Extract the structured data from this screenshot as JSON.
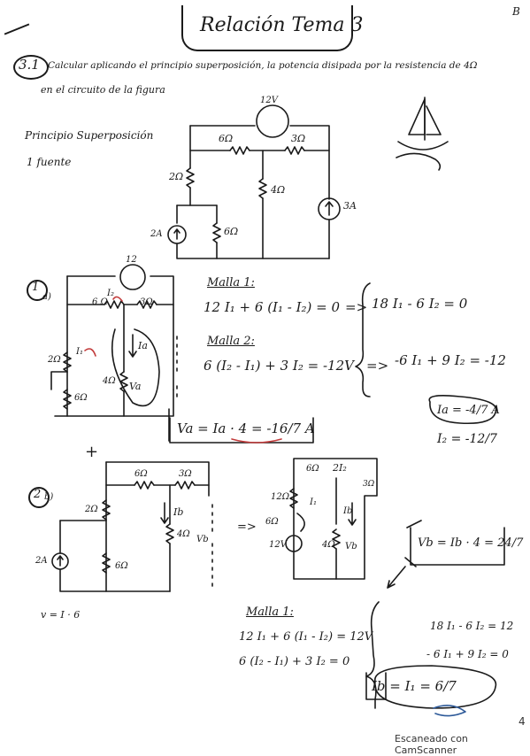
{
  "header": {
    "title": "Relación Tema 3",
    "corner_mark": "B"
  },
  "problem": {
    "number": "3.1",
    "statement_line1": "Calcular aplicando el principio superposición, la potencia disipada por la resistencia de 4Ω",
    "statement_line2": "en el circuito de la figura"
  },
  "notes": {
    "principle": "Principio Superposición",
    "one_source": "1 fuente",
    "plus": "+",
    "v_formula": "v = I · 6"
  },
  "circuit_main": {
    "v12": "12V",
    "r6": "6Ω",
    "r3": "3Ω",
    "r2": "2Ω",
    "r4": "4Ω",
    "r6b": "6Ω",
    "i2a": "2A",
    "i3a": "3A"
  },
  "part_a": {
    "label": "1",
    "sub": "a)",
    "v12": "12",
    "r6": "6 Ω",
    "i2": "I₂",
    "r3": "3Ω",
    "r2": "2Ω",
    "i1": "I₁",
    "ia": "Ia",
    "r4": "4Ω",
    "va": "Va",
    "r6b": "6Ω",
    "malla1": "Malla 1:",
    "eq1": "12 I₁ + 6 (I₁ - I₂) = 0",
    "res1": "18 I₁ - 6 I₂ = 0",
    "malla2": "Malla 2:",
    "eq2": "6 (I₂ - I₁) + 3 I₂ = -12V",
    "res2": "-6 I₁ + 9 I₂ = -12",
    "ia_result": "Ia = -4/7 A",
    "i2_result": "I₂ = -12/7",
    "va_result": "Va = Ia · 4 = -16/7 A"
  },
  "part_b": {
    "label": "2",
    "sub": "b)",
    "r6": "6Ω",
    "r3": "3Ω",
    "r2": "2Ω",
    "ib": "Ib",
    "r4": "4Ω",
    "vb": "Vb",
    "i2a": "2A",
    "r6b": "6Ω",
    "arrow": "=>",
    "eq_r6": "6Ω",
    "eq_r2i2": "2I₂",
    "eq_r12": "12Ω",
    "eq_r3": "3Ω",
    "eq_i1": "I₁",
    "eq_ib": "Ib",
    "eq_r6v": "6Ω",
    "eq_v12": "12V",
    "eq_r4": "4Ω",
    "eq_vb": "Vb",
    "vb_result": "Vb = Ib · 4 = 24/7",
    "malla1": "Malla 1:",
    "eq1": "12 I₁ + 6 (I₁ - I₂) = 12V",
    "eq2": "6 (I₂ - I₁) + 3 I₂ = 0",
    "res1": "18 I₁ - 6 I₂ = 12",
    "res2": "- 6 I₁ + 9 I₂ = 0",
    "ib_result": "Ib = I₁ = 6/7"
  },
  "footer": {
    "scanner": "Escaneado con CamScanner",
    "page": "4"
  }
}
